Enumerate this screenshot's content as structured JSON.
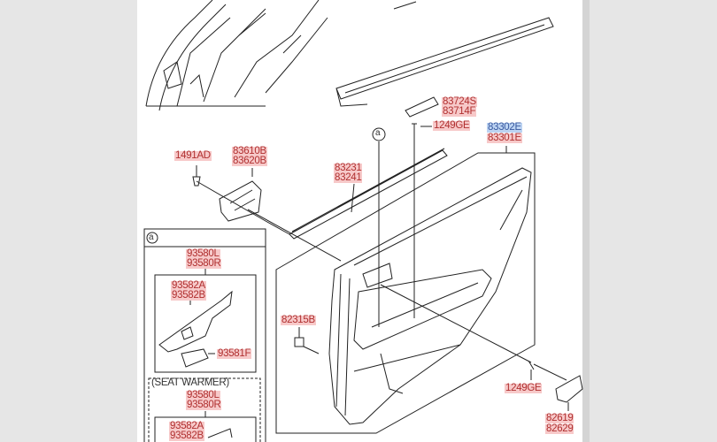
{
  "diagram": {
    "callout_marker": "a",
    "labels": {
      "p83724S": "83724S",
      "p83714F": "83714F",
      "p1249GE_top": "1249GE",
      "p83302E": "83302E",
      "p83301E": "83301E",
      "p1491AD": "1491AD",
      "p83610B": "83610B",
      "p83620B": "83620B",
      "p83231": "83231",
      "p83241": "83241",
      "p82315B": "82315B",
      "p1249GE_bottom": "1249GE",
      "p82619": "82619",
      "p82629": "82629"
    },
    "inset": {
      "marker": "a",
      "p93580L": "93580L",
      "p93580R": "93580R",
      "p93582A": "93582A",
      "p93582B": "93582B",
      "p93581F": "93581F",
      "seat_warmer_title": "(SEAT WARMER)",
      "sw_93580L": "93580L",
      "sw_93580R": "93580R",
      "sw_93582A": "93582A",
      "sw_93582B": "93582B"
    }
  }
}
